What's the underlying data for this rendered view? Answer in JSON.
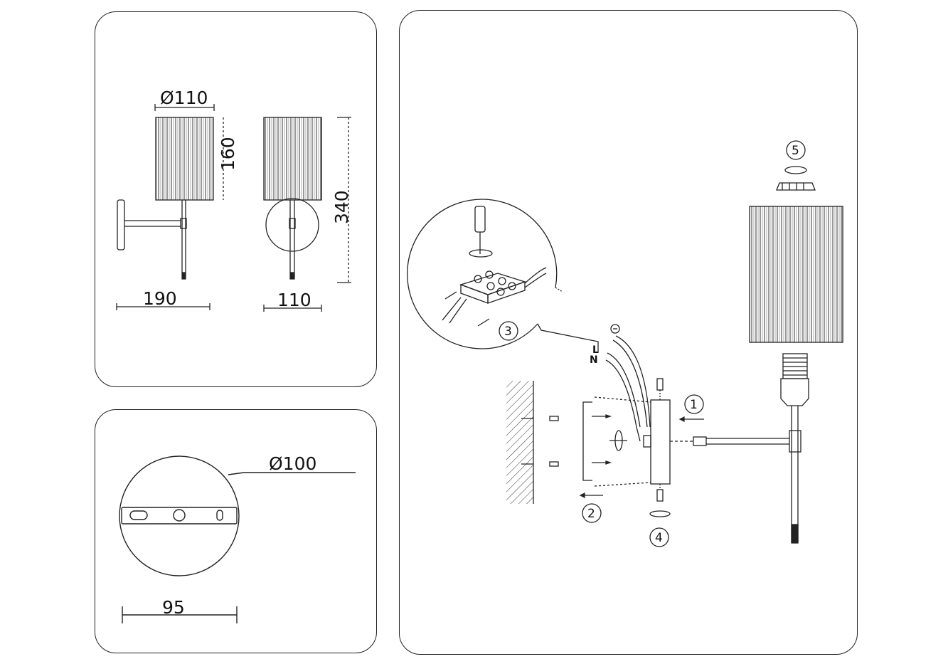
{
  "dimensions": {
    "shade_diameter": "Ø110",
    "shade_height": "160",
    "total_height": "340",
    "projection": "190",
    "base_width": "110"
  },
  "base_plate": {
    "diameter": "Ø100",
    "hole_spacing": "95"
  },
  "installation": {
    "steps": [
      "1",
      "2",
      "3",
      "4",
      "5"
    ],
    "wire_labels": {
      "live": "L",
      "neutral": "N"
    },
    "ground_icon": "ground-icon"
  }
}
